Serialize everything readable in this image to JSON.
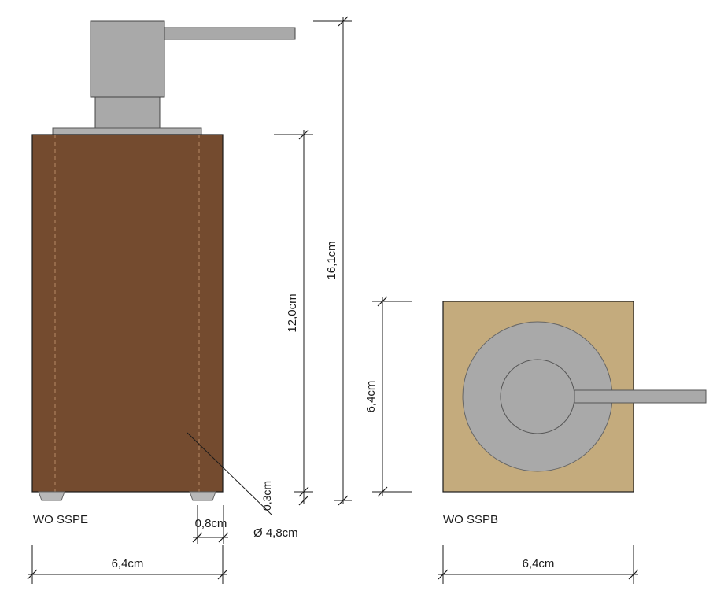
{
  "labels": {
    "front_model": "WO SSPE",
    "top_model": "WO SSPB"
  },
  "dimensions": {
    "total_height": "16,1cm",
    "body_height": "12,0cm",
    "foot_height": "0,3cm",
    "diameter": "Ø 4,8cm",
    "foot_width": "0,8cm",
    "front_width": "6,4cm",
    "top_depth": "6,4cm",
    "top_width": "6,4cm"
  },
  "colors": {
    "wood_dark": "#744b2f",
    "wood_light": "#c4ab7d",
    "metal": "#a9a9a9",
    "outline": "#1a1a1a"
  }
}
